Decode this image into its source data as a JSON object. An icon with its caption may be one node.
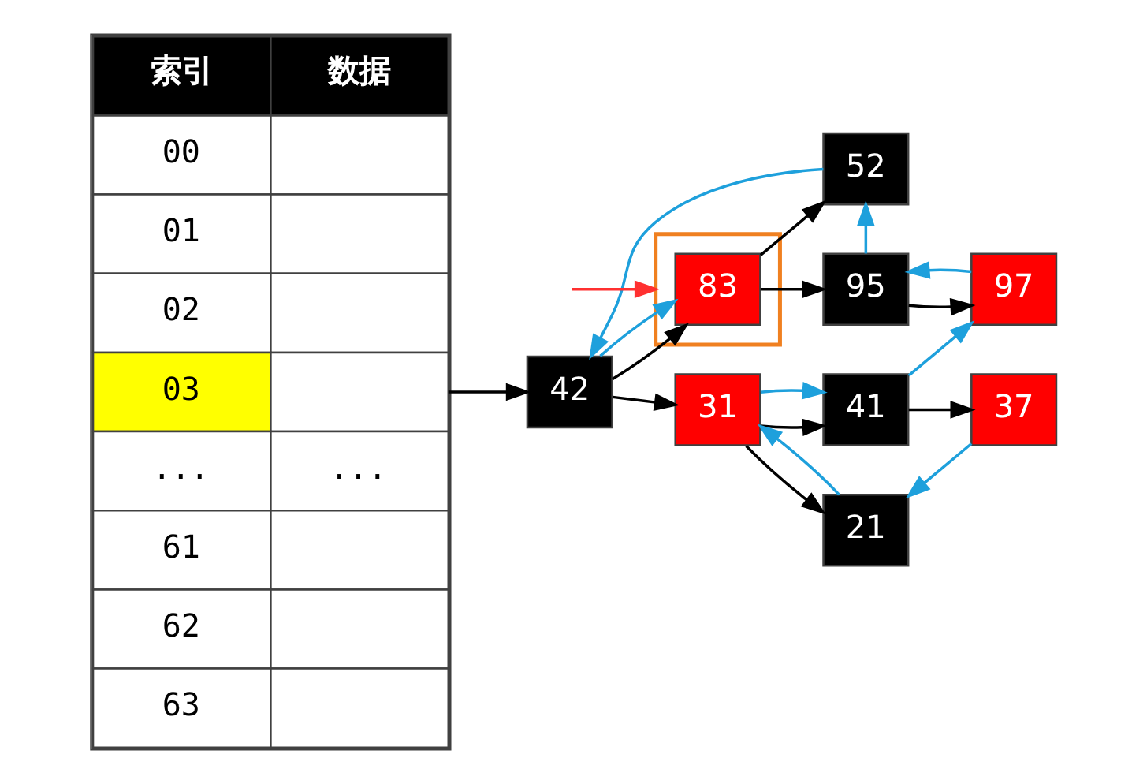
{
  "diagram": {
    "nodes": [
      {
        "text": [],
        "shape": "box"
      },
      {
        "text": [
          "97"
        ]
      },
      {
        "text": [
          "95"
        ]
      },
      {
        "text": [
          "83"
        ],
        "in": 0
      },
      {
        "text": [
          "52"
        ]
      },
      {
        "text": [
          "42"
        ]
      },
      {
        "text": [
          "41"
        ]
      },
      {
        "text": [
          "31"
        ]
      },
      {
        "text": [
          "37"
        ]
      },
      {
        "text": [
          "21"
        ]
      }
    ],
    "edges": [
      {
        "from": null,
        "to": 5,
        "arrow": "to"
      },
      {
        "from": 5,
        "to": 3,
        "arrow": "to"
      },
      {
        "from": 5,
        "to": 7,
        "arrow": "to"
      },
      {
        "from": 3,
        "to": 2,
        "arrow": "to"
      },
      {
        "from": 3,
        "to": 4,
        "arrow": "to"
      },
      {
        "from": 2,
        "to": 1,
        "arrow": "to"
      },
      {
        "from": 7,
        "to": 6,
        "arrow": "to"
      },
      {
        "from": 7,
        "to": 9,
        "arrow": "to"
      },
      {
        "from": 6,
        "to": 8,
        "arrow": "to"
      },
      {
        "from": 1,
        "to": 2,
        "arrow": "to",
        "color": "#1ea0dc"
      },
      {
        "from": 2,
        "to": 4,
        "arrow": "to",
        "color": "#1ea0dc"
      },
      {
        "from": 4,
        "to": 5,
        "arrow": "to",
        "color": "#1ea0dc"
      },
      {
        "from": 5,
        "to": 3,
        "arrow": "to",
        "color": "#1ea0dc"
      },
      {
        "from": 6,
        "to": 1,
        "arrow": "to",
        "color": "#1ea0dc"
      },
      {
        "from": 7,
        "to": 6,
        "arrow": "to",
        "color": "#1ea0dc"
      },
      {
        "from": 8,
        "to": 9,
        "arrow": "to",
        "color": "#1ea0dc"
      },
      {
        "from": 9,
        "to": 7,
        "arrow": "to",
        "color": "#1ea0dc"
      },
      {
        "from": null,
        "to": 0,
        "arrow": "to",
        "color": "#ff3030"
      }
    ],
    "labels": [
      "索引",
      "数据",
      "00",
      "01",
      "02",
      "03",
      "...",
      "...",
      "61",
      "62",
      "63"
    ]
  }
}
